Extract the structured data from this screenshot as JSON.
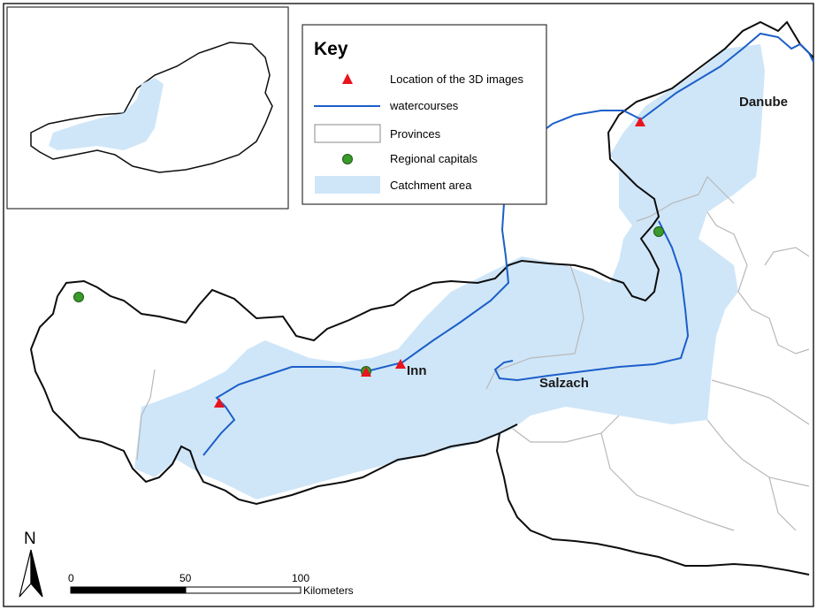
{
  "colors": {
    "catchment": "#cfe6f8",
    "river": "#1c5fc9",
    "border": "#0d0d0d",
    "province": "#b8b8b8",
    "marker": "#e8141e",
    "capital": "#3a9a2a"
  },
  "key": {
    "title": "Key",
    "items": [
      {
        "symbol": "red-triangle",
        "label": "Location of the 3D images"
      },
      {
        "symbol": "blue-line",
        "label": "watercourses"
      },
      {
        "symbol": "white-box",
        "label": "Provinces"
      },
      {
        "symbol": "green-dot",
        "label": "Regional capitals"
      },
      {
        "symbol": "blue-box",
        "label": "Catchment area"
      }
    ]
  },
  "map_labels": {
    "danube": "Danube",
    "inn": "Inn",
    "salzach": "Salzach"
  },
  "north_arrow": {
    "label": "N"
  },
  "scale_bar": {
    "ticks": [
      "0",
      "50",
      "100"
    ],
    "unit": "Kilometers"
  }
}
